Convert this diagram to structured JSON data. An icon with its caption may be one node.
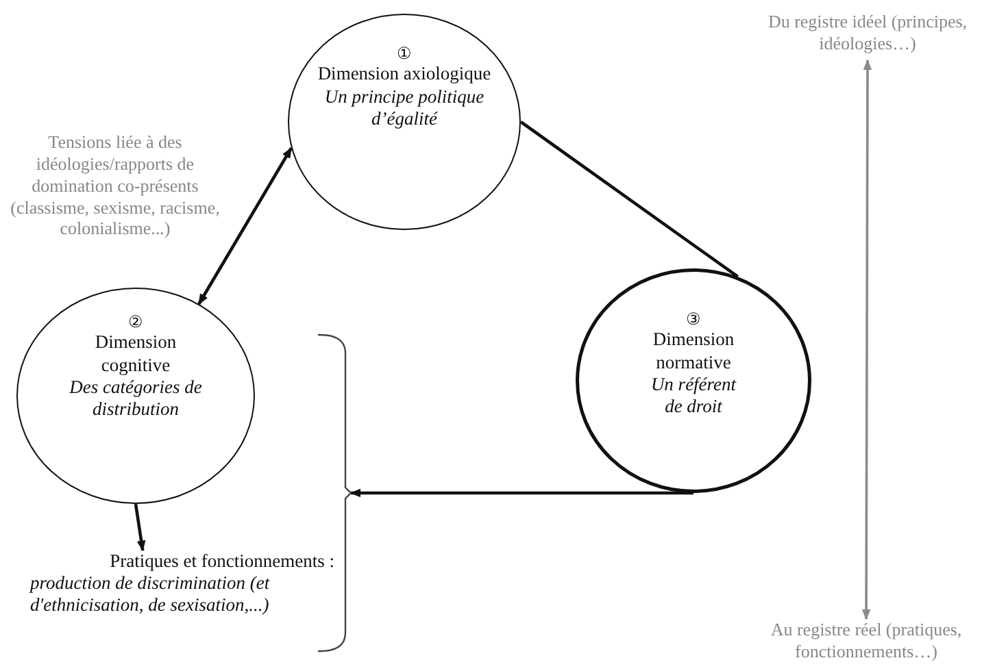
{
  "diagram": {
    "nodes": [
      {
        "text": [
          "①",
          "Dimension axiologique",
          "Un principe politique d’égalité"
        ]
      },
      {
        "text": [
          "②",
          "Dimension cognitive",
          "Des catégories de distribution"
        ]
      },
      {
        "text": [
          "③",
          "Dimension normative",
          "Un référent de droit"
        ]
      },
      {
        "text": [
          "Pratiques et fonctionnements :",
          "production de discrimination (et d'ethnicisation, de sexisation,...)"
        ]
      },
      {
        "text": [],
        "shape": "bracket"
      },
      {
        "text": [
          "Du registre idéel (principes, idéologies…)"
        ]
      },
      {
        "text": [
          "Au registre réel (pratiques, fonctionnements…)"
        ]
      }
    ],
    "edges": [
      {
        "from": 1,
        "to": 0,
        "arrow": "both"
      },
      {
        "from": 0,
        "to": 2,
        "arrow": "none"
      },
      {
        "from": 2,
        "to": 4,
        "arrow": "to"
      },
      {
        "from": 1,
        "to": 3,
        "arrow": "to"
      },
      {
        "from": 5,
        "to": 6,
        "arrow": "both",
        "color": "#8a8a8a"
      }
    ],
    "labels": [
      "Tensions liée à des idéologies/rapports de domination co-présents (classisme, sexisme, racisme, colonialisme...)"
    ]
  }
}
